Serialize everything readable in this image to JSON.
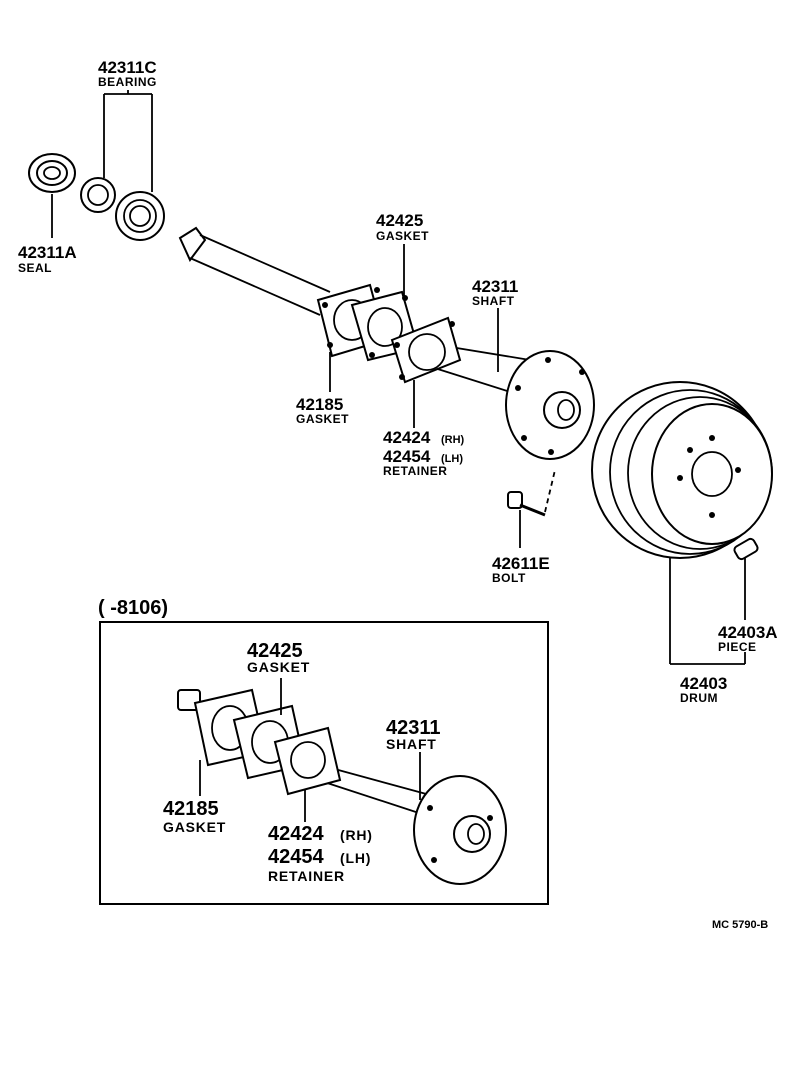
{
  "labels": {
    "bearing": {
      "num": "42311C",
      "name": "BEARING"
    },
    "seal": {
      "num": "42311A",
      "name": "SEAL"
    },
    "gasket_upper": {
      "num": "42425",
      "name": "GASKET"
    },
    "shaft": {
      "num": "42311",
      "name": "SHAFT"
    },
    "gasket_lower": {
      "num": "42185",
      "name": "GASKET"
    },
    "retainer": {
      "num_rh": "42424",
      "rh": "(RH)",
      "num_lh": "42454",
      "lh": "(LH)",
      "name": "RETAINER"
    },
    "bolt": {
      "num": "42611E",
      "name": "BOLT"
    },
    "piece": {
      "num": "42403A",
      "name": "PIECE"
    },
    "drum": {
      "num": "42403",
      "name": "DRUM"
    }
  },
  "inset": {
    "range": "(        -8106)",
    "gasket_upper": {
      "num": "42425",
      "name": "GASKET"
    },
    "shaft": {
      "num": "42311",
      "name": "SHAFT"
    },
    "gasket_lower": {
      "num": "42185",
      "name": "GASKET"
    },
    "retainer": {
      "num_rh": "42424",
      "rh": "(RH)",
      "num_lh": "42454",
      "lh": "(LH)",
      "name": "RETAINER"
    }
  },
  "footer": {
    "code": "MC  5790-B"
  }
}
